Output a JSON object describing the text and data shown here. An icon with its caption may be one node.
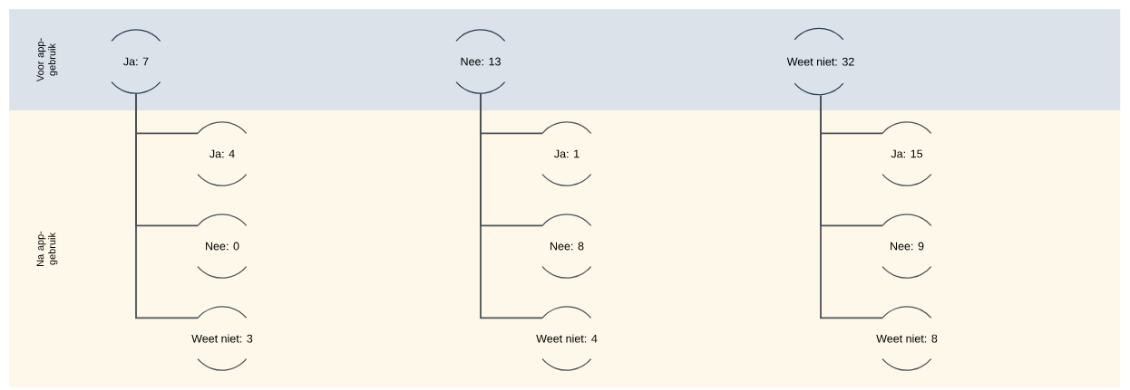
{
  "diagram": {
    "nodes": [
      {
        "text": [
          "Voor app-gebruik"
        ]
      },
      {
        "text": [
          "Ja: 7"
        ],
        "in": 0
      },
      {
        "text": [
          "Nee: 13"
        ],
        "in": 0
      },
      {
        "text": [
          "Weet niet: 32"
        ],
        "in": 0
      },
      {
        "text": [
          "Na app-gebruik"
        ]
      },
      {
        "text": [
          "Ja: 4"
        ],
        "in": 4
      },
      {
        "text": [
          "Nee: 0"
        ],
        "in": 4
      },
      {
        "text": [
          "Weet niet: 3"
        ],
        "in": 4
      },
      {
        "text": [
          "Ja: 1"
        ],
        "in": 4
      },
      {
        "text": [
          "Nee: 8"
        ],
        "in": 4
      },
      {
        "text": [
          "Weet niet: 4"
        ],
        "in": 4
      },
      {
        "text": [
          "Ja: 15"
        ],
        "in": 4
      },
      {
        "text": [
          "Nee: 9"
        ],
        "in": 4
      },
      {
        "text": [
          "Weet niet: 8"
        ],
        "in": 4
      }
    ],
    "edges": [
      {
        "from": 1,
        "to": 5,
        "arrow": "none"
      },
      {
        "from": 1,
        "to": 6,
        "arrow": "none"
      },
      {
        "from": 1,
        "to": 7,
        "arrow": "none"
      },
      {
        "from": 2,
        "to": 8,
        "arrow": "none"
      },
      {
        "from": 2,
        "to": 9,
        "arrow": "none"
      },
      {
        "from": 2,
        "to": 10,
        "arrow": "none"
      },
      {
        "from": 3,
        "to": 11,
        "arrow": "none"
      },
      {
        "from": 3,
        "to": 12,
        "arrow": "none"
      },
      {
        "from": 3,
        "to": 13,
        "arrow": "none"
      }
    ]
  }
}
